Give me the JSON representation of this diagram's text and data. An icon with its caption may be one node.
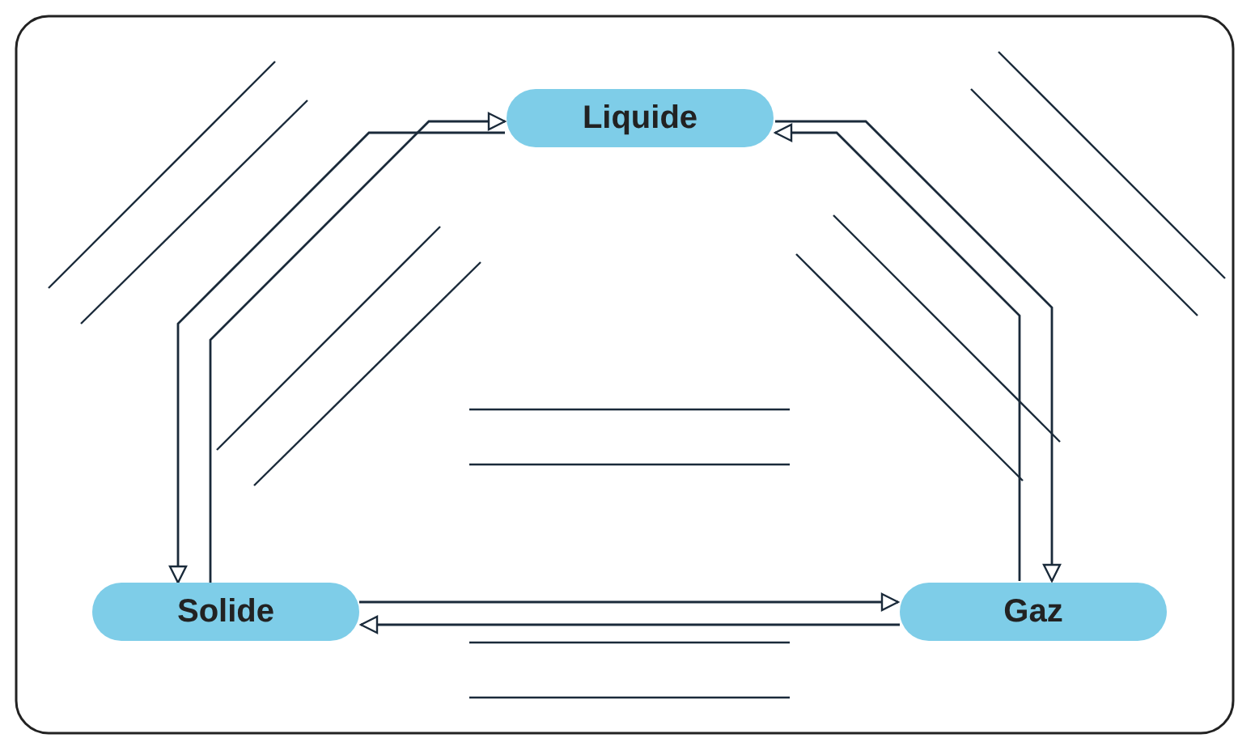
{
  "diagram": {
    "nodes": [
      {
        "text": [
          "Liquide"
        ]
      },
      {
        "text": [
          "Solide"
        ]
      },
      {
        "text": [
          "Gaz"
        ]
      }
    ],
    "edges": [
      {
        "from": 1,
        "to": 0,
        "arrow": "to"
      },
      {
        "from": 0,
        "to": 1,
        "arrow": "to"
      },
      {
        "from": 0,
        "to": 2,
        "arrow": "to"
      },
      {
        "from": 2,
        "to": 0,
        "arrow": "to"
      },
      {
        "from": 1,
        "to": 2,
        "arrow": "to"
      },
      {
        "from": 2,
        "to": 1,
        "arrow": "to"
      }
    ]
  }
}
